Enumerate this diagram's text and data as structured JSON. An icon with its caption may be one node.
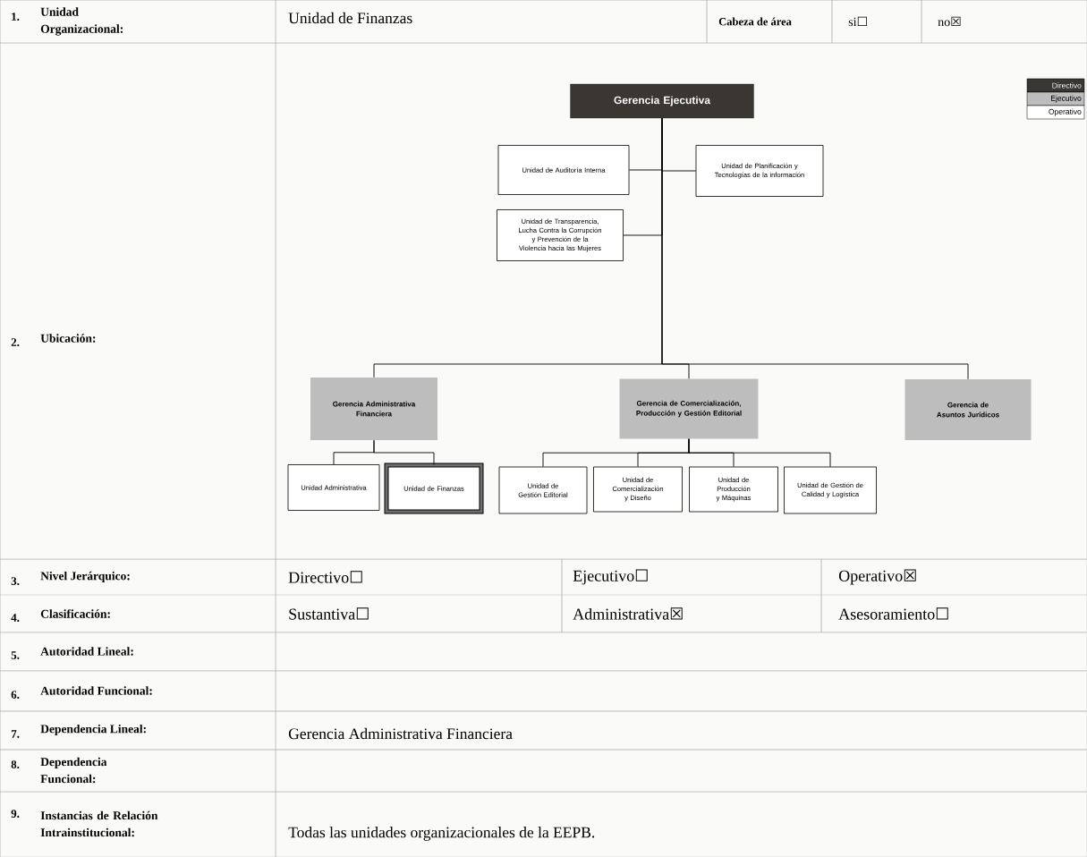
{
  "diagram": {
    "nodes": [
      {
        "text": [
          "Gerencia Ejecutiva"
        ]
      },
      {
        "text": [
          "Unidad de Auditoría Interna"
        ]
      },
      {
        "text": [
          "Unidad de Planificación y Tecnologías de la información"
        ]
      },
      {
        "text": [
          "Unidad de Transparencia, Lucha Contra la Corrupción y Prevención de la Violencia hacia las Mujeres"
        ]
      },
      {
        "text": [
          "Gerencia Administrativa Financiera"
        ]
      },
      {
        "text": [
          "Gerencia de Comercialización, Producción y Gestión Editorial"
        ]
      },
      {
        "text": [
          "Gerencia de Asuntos Jurídicos"
        ]
      },
      {
        "text": [
          "Unidad Administrativa"
        ]
      },
      {
        "text": [
          "Unidad de Finanzas"
        ]
      },
      {
        "text": [
          "Unidad de Gestión Editorial"
        ]
      },
      {
        "text": [
          "Unidad de Comercialización y Diseño"
        ]
      },
      {
        "text": [
          "Unidad de Producción y Máquinas"
        ]
      },
      {
        "text": [
          "Unidad de Gestión de Calidad y Logística"
        ]
      }
    ],
    "edges": [
      {
        "from": 0,
        "to": 1,
        "arrow": "none"
      },
      {
        "from": 0,
        "to": 2,
        "arrow": "none"
      },
      {
        "from": 0,
        "to": 3,
        "arrow": "none"
      },
      {
        "from": 0,
        "to": 4,
        "arrow": "none"
      },
      {
        "from": 0,
        "to": 5,
        "arrow": "none"
      },
      {
        "from": 0,
        "to": 6,
        "arrow": "none"
      },
      {
        "from": 4,
        "to": 7,
        "arrow": "none"
      },
      {
        "from": 4,
        "to": 8,
        "arrow": "none"
      },
      {
        "from": 5,
        "to": 9,
        "arrow": "none"
      },
      {
        "from": 5,
        "to": 10,
        "arrow": "none"
      },
      {
        "from": 5,
        "to": 11,
        "arrow": "none"
      },
      {
        "from": 5,
        "to": 12,
        "arrow": "none"
      }
    ],
    "labels": [
      "1.",
      "Unidad Organizacional:",
      "Unidad de Finanzas",
      "Cabeza de área",
      "si☐",
      "no☒",
      "2.",
      "Ubicación:",
      "3.",
      "Nivel Jerárquico:",
      "Directivo☐",
      "Ejecutivo☐",
      "Operativo☒",
      "4.",
      "Clasificación:",
      "Sustantiva☐",
      "Administrativa☒",
      "Asesoramiento☐",
      "5.",
      "Autoridad Lineal:",
      "6.",
      "Autoridad Funcional:",
      "7.",
      "Dependencia Lineal:",
      "Gerencia Administrativa Financiera",
      "8.",
      "Dependencia Funcional:",
      "9.",
      "Instancias de Relación Intrainstitucional:",
      "Todas las unidades organizacionales de la EEPB."
    ],
    "legend": [
      {
        "text": "Directivo",
        "color": "#3a3632"
      },
      {
        "text": "Ejecutivo",
        "color": "#bdbdbd"
      },
      {
        "text": "Operativo",
        "color": "#ffffff"
      }
    ]
  }
}
